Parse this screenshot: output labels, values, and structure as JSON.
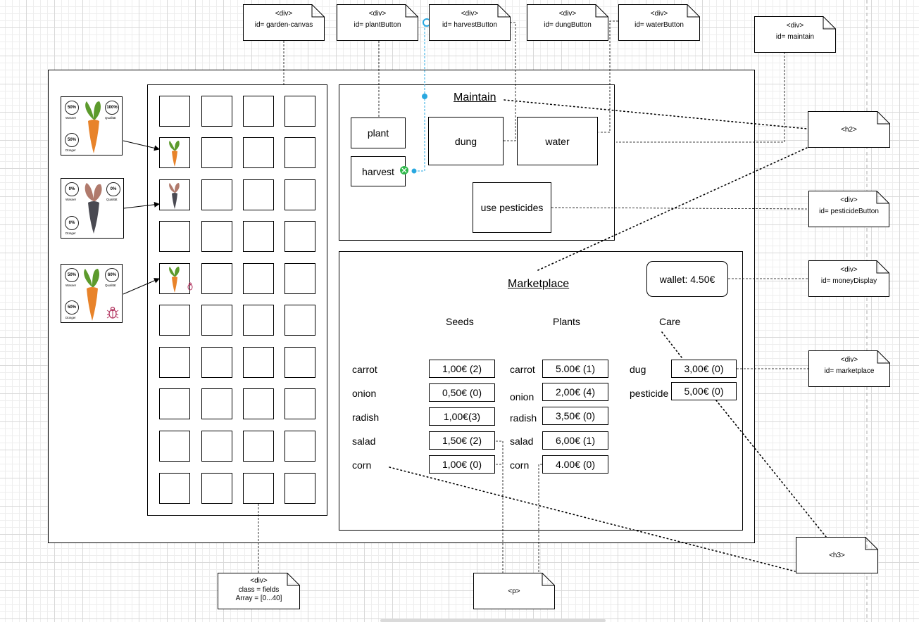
{
  "notes": {
    "garden_canvas": {
      "tag": "<div>",
      "id": "id= garden-canvas"
    },
    "plant_button": {
      "tag": "<div>",
      "id": "id= plantButton"
    },
    "harvest_button": {
      "tag": "<div>",
      "id": "id= harvestButton"
    },
    "dung_button": {
      "tag": "<div>",
      "id": "id= dungButton"
    },
    "water_button": {
      "tag": "<div>",
      "id": "id= waterButton"
    },
    "maintain": {
      "tag": "<div>",
      "id": "id= maintain"
    },
    "h2": {
      "tag": "<h2>"
    },
    "pesticide_button": {
      "tag": "<div>",
      "id": "id= pesticideButton"
    },
    "money_display": {
      "tag": "<div>",
      "id": "id= moneyDisplay"
    },
    "marketplace": {
      "tag": "<div>",
      "id": "id= marketplace"
    },
    "h3": {
      "tag": "<h3>"
    },
    "fields": {
      "tag": "<div>",
      "class": "class = fields",
      "array": "Array = [0...40]"
    },
    "p": {
      "tag": "<p>"
    }
  },
  "maintain": {
    "title": "Maintain",
    "plant": "plant",
    "harvest": "harvest",
    "dung": "dung",
    "water": "water",
    "pesticides": "use pesticides"
  },
  "marketplace": {
    "title": "Marketplace",
    "wallet": "wallet: 4.50€",
    "headers": {
      "seeds": "Seeds",
      "plants": "Plants",
      "care": "Care"
    },
    "seeds": [
      {
        "name": "carrot",
        "price": "1,00€ (2)"
      },
      {
        "name": "onion",
        "price": "0,50€ (0)"
      },
      {
        "name": "radish",
        "price": "1,00€(3)"
      },
      {
        "name": "salad",
        "price": "1,50€ (2)"
      },
      {
        "name": "corn",
        "price": "1,00€ (0)"
      }
    ],
    "plants": [
      {
        "name": "carrot",
        "price": "5.00€ (1)"
      },
      {
        "name": "onion",
        "price": "2,00€ (4)"
      },
      {
        "name": "radish",
        "price": "3,50€ (0)"
      },
      {
        "name": "salad",
        "price": "6,00€ (1)"
      },
      {
        "name": "corn",
        "price": "4.00€ (0)"
      }
    ],
    "care": [
      {
        "name": "dug",
        "price": "3,00€ (0)"
      },
      {
        "name": "pesticide",
        "price": "5,00€ (0)"
      }
    ]
  },
  "cards": [
    {
      "water": "50%",
      "quality": "100%",
      "dung": "50%",
      "water_label": "Wasser",
      "quality_label": "Qualität",
      "dung_label": "Dünger",
      "plant": "carrot",
      "pest": false
    },
    {
      "water": "0%",
      "quality": "0%",
      "dung": "0%",
      "water_label": "Wasser",
      "quality_label": "Qualität",
      "dung_label": "Dünger",
      "plant": "carrot-dead",
      "pest": false
    },
    {
      "water": "50%",
      "quality": "60%",
      "dung": "50%",
      "water_label": "Wasser",
      "quality_label": "Qualität",
      "dung_label": "Dünger",
      "plant": "carrot",
      "pest": true
    }
  ],
  "colors": {
    "carrot_orange": "#e8832a",
    "leaf_green": "#5c9a2c",
    "dead_leaf": "#b07a6c",
    "dead_root": "#4a4a52",
    "pest": "#b0305c",
    "selection_blue": "#29a8e0",
    "connection_green": "#2eb84a"
  }
}
